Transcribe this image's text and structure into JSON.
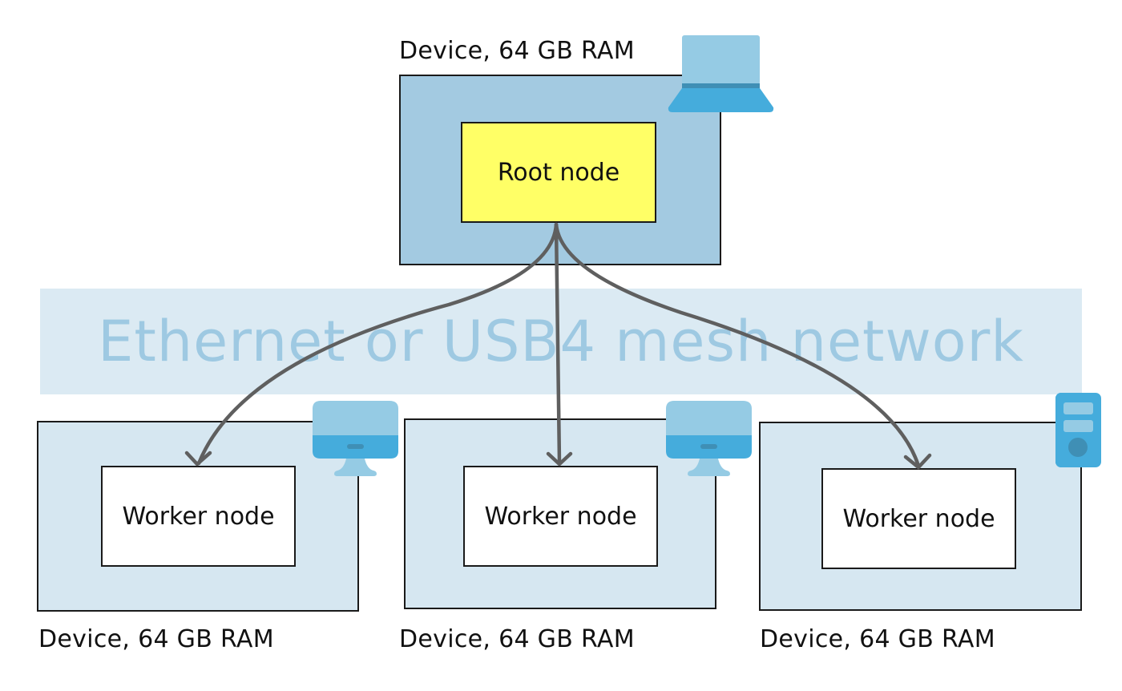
{
  "network": {
    "label": "Ethernet or USB4 mesh network"
  },
  "root": {
    "device_label": "Device, 64 GB RAM",
    "node_label": "Root node",
    "device_icon": "laptop-icon"
  },
  "workers": [
    {
      "device_label": "Device, 64 GB RAM",
      "node_label": "Worker node",
      "device_icon": "desktop-monitor-icon"
    },
    {
      "device_label": "Device, 64 GB RAM",
      "node_label": "Worker node",
      "device_icon": "desktop-monitor-icon"
    },
    {
      "device_label": "Device, 64 GB RAM",
      "node_label": "Worker node",
      "device_icon": "tower-pc-icon"
    }
  ],
  "colors": {
    "root_device_fill": "#a3cae1",
    "worker_device_fill": "#d6e7f1",
    "root_node_fill": "#ffff66",
    "worker_node_fill": "#ffffff",
    "network_band_fill": "#dbeaf3",
    "network_text": "#9ec9e2",
    "connection_arrow": "#5f5f5f",
    "icon_light": "#95cbe4",
    "icon_mid": "#45acdc",
    "icon_dark": "#3f8fb5"
  }
}
